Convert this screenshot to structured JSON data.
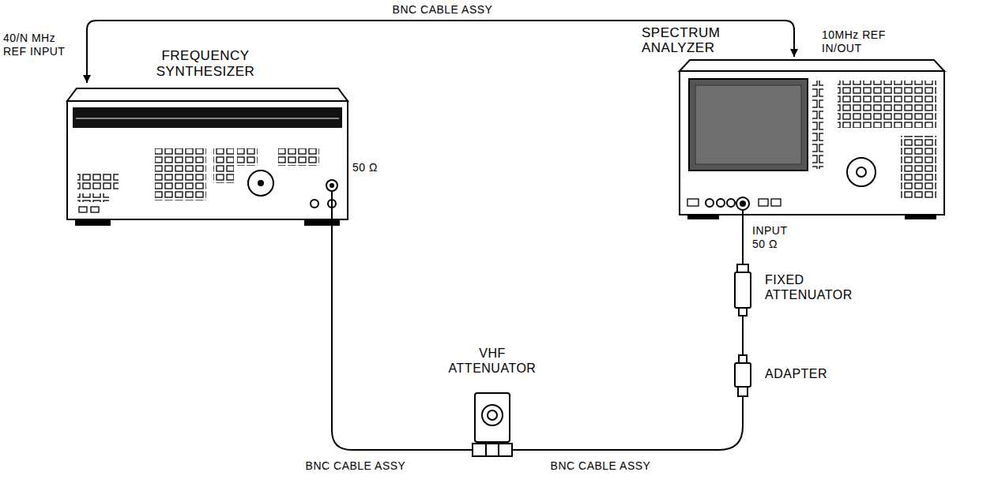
{
  "diagram": {
    "nodes": [
      {
        "text": [
          "FREQUENCY SYNTHESIZER"
        ]
      },
      {
        "text": [
          "SPECTRUM ANALYZER"
        ]
      },
      {
        "text": [
          "VHF ATTENUATOR"
        ]
      },
      {
        "text": [
          "FIXED ATTENUATOR"
        ]
      },
      {
        "text": [
          "ADAPTER"
        ]
      }
    ],
    "edges": [
      {
        "from": 1,
        "to": 0,
        "arrow": "both",
        "label": "BNC CABLE ASSY"
      },
      {
        "from": 0,
        "to": 2,
        "arrow": "none",
        "label": "BNC CABLE ASSY"
      },
      {
        "from": 2,
        "to": 4,
        "arrow": "none",
        "label": "BNC CABLE ASSY"
      },
      {
        "from": 4,
        "to": 3,
        "arrow": "none"
      },
      {
        "from": 3,
        "to": 1,
        "arrow": "none"
      }
    ],
    "labels": [
      "40/N MHz REF INPUT",
      "50 Ω",
      "10MHz REF IN/OUT",
      "INPUT 50 Ω"
    ]
  }
}
